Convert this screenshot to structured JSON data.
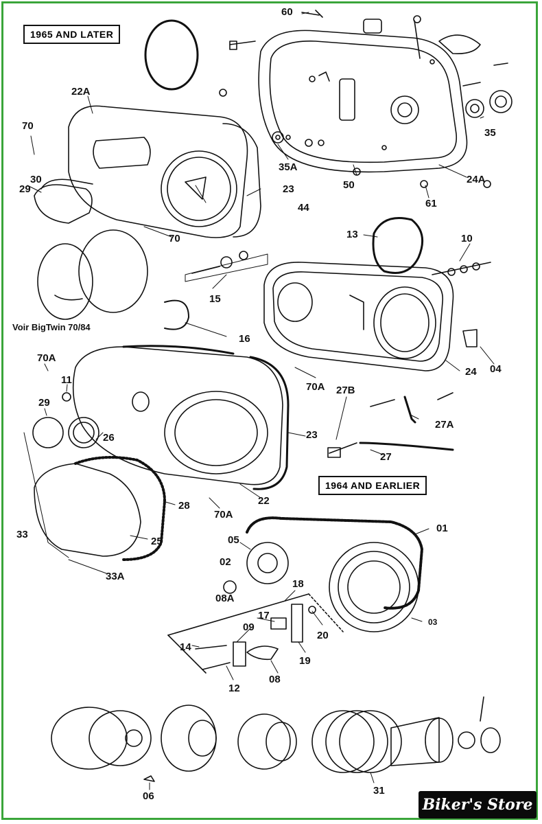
{
  "headings": {
    "later": "1965 AND LATER",
    "earlier": "1964 AND EARLIER"
  },
  "note": "Voir BigTwin 70/84",
  "brand": "Biker's Store",
  "part_labels": {
    "p60": "60",
    "p22A": "22A",
    "p70a": "70",
    "p35A": "35A",
    "p35": "35",
    "p24A": "24A",
    "p50": "50",
    "p61": "61",
    "p29a": "29",
    "p30": "30",
    "p23a": "23",
    "p44": "44",
    "p70b": "70",
    "p13": "13",
    "p10": "10",
    "p15": "15",
    "p16": "16",
    "p04": "04",
    "p24": "24",
    "p70Aa": "70A",
    "p11": "11",
    "p29b": "29",
    "p26": "26",
    "p70Ab": "70A",
    "p27B": "27B",
    "p27A": "27A",
    "p27": "27",
    "p23b": "23",
    "p22": "22",
    "p28": "28",
    "p70Ac": "70A",
    "p33": "33",
    "p25": "25",
    "p33A": "33A",
    "p05": "05",
    "p01": "01",
    "p02": "02",
    "p08A": "08A",
    "p18": "18",
    "p17": "17",
    "p09": "09",
    "p20": "20",
    "p03": "03",
    "p14": "14",
    "p19": "19",
    "p12": "12",
    "p08": "08",
    "p06": "06",
    "p31": "31"
  }
}
